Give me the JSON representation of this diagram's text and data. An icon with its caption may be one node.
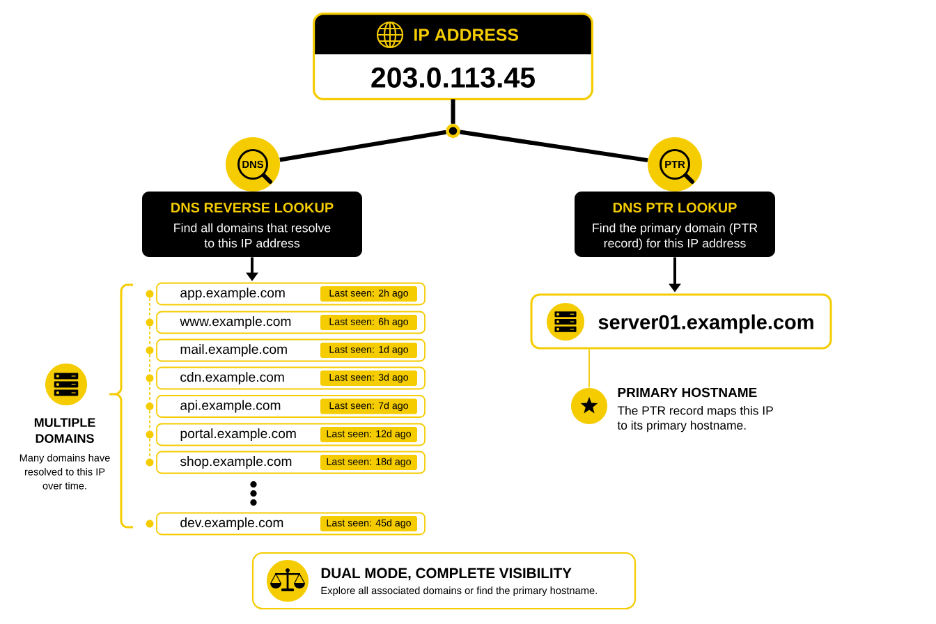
{
  "diagram": {
    "nodes": [
      {
        "text": [
          "IP ADDRESS",
          "203.0.113.45"
        ]
      },
      {
        "text": [],
        "shape": "circle"
      },
      {
        "text": [
          "DNS"
        ]
      },
      {
        "text": [
          "PTR"
        ]
      },
      {
        "text": [
          "DNS REVERSE LOOKUP",
          "Find all domains that resolve to this IP address"
        ]
      },
      {
        "text": [
          "DNS PTR LOOKUP",
          "Find the primary domain (PTR record) for this IP address"
        ]
      },
      {
        "text": [
          "app.example.com",
          "Last seen: 2h ago"
        ]
      },
      {
        "text": [
          "www.example.com",
          "Last seen: 6h ago"
        ]
      },
      {
        "text": [
          "mail.example.com",
          "Last seen: 1d ago"
        ]
      },
      {
        "text": [
          "cdn.example.com",
          "Last seen: 3d ago"
        ]
      },
      {
        "text": [
          "api.example.com",
          "Last seen: 7d ago"
        ]
      },
      {
        "text": [
          "portal.example.com",
          "Last seen: 12d ago"
        ]
      },
      {
        "text": [
          "shop.example.com",
          "Last seen: 18d ago"
        ]
      },
      {
        "text": [
          "dev.example.com",
          "Last seen: 45d ago"
        ]
      },
      {
        "text": [
          "server01.example.com"
        ]
      },
      {
        "text": [],
        "shape": "circle",
        "beside": [
          "PRIMARY HOSTNAME",
          "The PTR record maps this IP to its primary hostname."
        ]
      },
      {
        "text": [],
        "shape": "circle",
        "beside": [
          "MULTIPLE DOMAINS",
          "Many domains have resolved to this IP over time."
        ]
      },
      {
        "text": [
          "DUAL MODE, COMPLETE VISIBILITY",
          "Explore all associated domains or find the primary hostname."
        ]
      },
      {
        "text": [],
        "shape": "circle"
      },
      {
        "text": [],
        "shape": "circle"
      },
      {
        "text": [],
        "shape": "circle"
      },
      {
        "text": [],
        "shape": "circle"
      },
      {
        "text": [],
        "shape": "circle"
      },
      {
        "text": [],
        "shape": "circle"
      },
      {
        "text": [],
        "shape": "circle"
      },
      {
        "text": [],
        "shape": "circle"
      }
    ],
    "edges": [
      {
        "from": 0,
        "to": 1,
        "arrow": "none",
        "style": "thick",
        "color": "#000000"
      },
      {
        "from": 1,
        "to": 2,
        "arrow": "none",
        "style": "thick",
        "color": "#000000"
      },
      {
        "from": 1,
        "to": 3,
        "arrow": "none",
        "style": "thick",
        "color": "#000000"
      },
      {
        "from": 4,
        "to": 6,
        "arrow": "to",
        "style": "thick",
        "color": "#000000"
      },
      {
        "from": 5,
        "to": 14,
        "arrow": "to",
        "style": "thick",
        "color": "#000000"
      },
      {
        "from": 14,
        "to": 15,
        "arrow": "none"
      },
      {
        "from": 18,
        "to": 19,
        "arrow": "none",
        "style": "dashed"
      },
      {
        "from": 19,
        "to": 20,
        "arrow": "none",
        "style": "dashed"
      },
      {
        "from": 20,
        "to": 21,
        "arrow": "none",
        "style": "dashed"
      },
      {
        "from": 21,
        "to": 22,
        "arrow": "none",
        "style": "dashed"
      },
      {
        "from": 22,
        "to": 23,
        "arrow": "none",
        "style": "dashed"
      },
      {
        "from": 23,
        "to": 24,
        "arrow": "none",
        "style": "dashed"
      }
    ]
  }
}
